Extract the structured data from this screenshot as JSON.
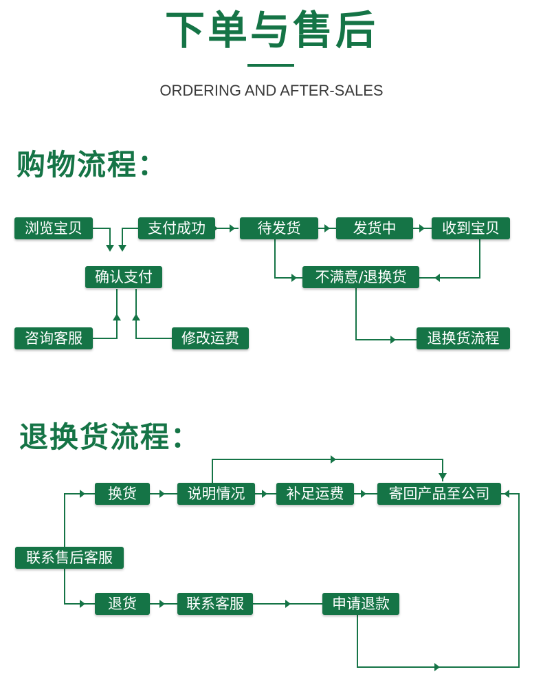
{
  "header": {
    "title": "下单与售后",
    "subtitle": "ORDERING AND AFTER-SALES"
  },
  "shopping": {
    "heading": "购物流程：",
    "nodes": {
      "browse": "浏览宝贝",
      "paid": "支付成功",
      "await_ship": "待发货",
      "shipping": "发货中",
      "received": "收到宝贝",
      "confirm_pay": "确认支付",
      "unsatisfied": "不满意/退换货",
      "consult": "咨询客服",
      "modify_fee": "修改运费",
      "return_flow": "退换货流程"
    }
  },
  "returns": {
    "heading": "退换货流程：",
    "nodes": {
      "exchange": "换货",
      "explain": "说明情况",
      "add_fee": "补足运费",
      "send_back": "寄回产品至公司",
      "contact_cs": "联系售后客服",
      "refund_goods": "退货",
      "contact_service": "联系客服",
      "apply_refund": "申请退款"
    }
  },
  "colors": {
    "accent": "#157446",
    "text_on_accent": "#ffffff"
  }
}
